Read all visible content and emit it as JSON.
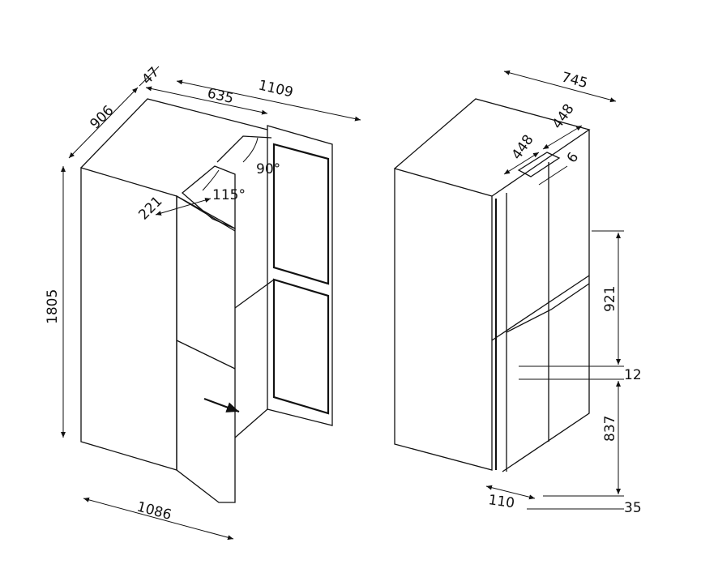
{
  "diagram": {
    "left_view": {
      "depth": "906",
      "door_offset": "47",
      "total_open_width": "1109",
      "door_width": "635",
      "angle_small": "90°",
      "angle_large": "115°",
      "door_depth": "221",
      "height": "1805",
      "open_depth": "1086"
    },
    "right_view": {
      "width": "745",
      "door_left": "448",
      "door_right": "448",
      "gap": "6",
      "upper_height": "921",
      "middle_gap": "12",
      "lower_height": "837",
      "side_depth": "110",
      "bottom_gap": "35"
    },
    "colors": {
      "line": "#111111",
      "background": "#ffffff"
    }
  }
}
